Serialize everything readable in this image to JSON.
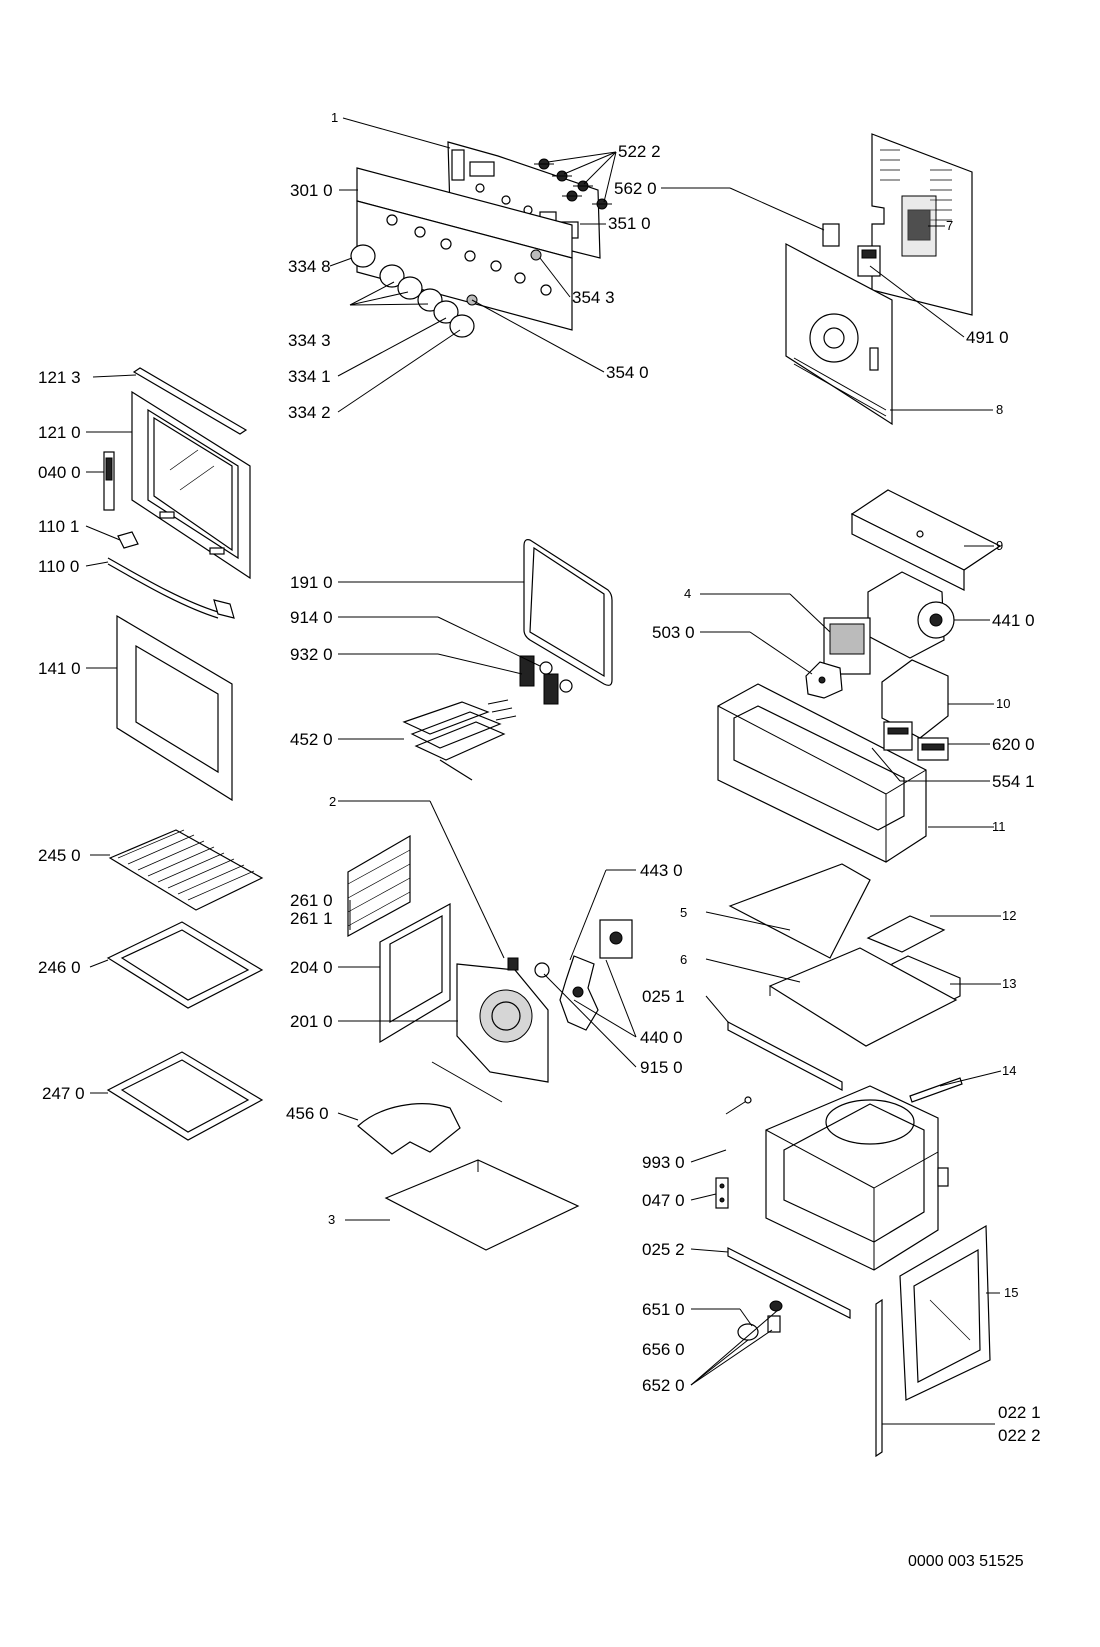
{
  "labels": {
    "l1": "1",
    "l5222": "522 2",
    "l3010": "301 0",
    "l5620": "562 0",
    "l3510": "351 0",
    "l7": "7",
    "l3348": "334 8",
    "l3543": "354 3",
    "l3343": "334 3",
    "l4910": "491 0",
    "l3341": "334 1",
    "l3540": "354 0",
    "l3342": "334 2",
    "l1213": "121 3",
    "l8": "8",
    "l1210": "121 0",
    "l0400": "040 0",
    "l1101": "110 1",
    "l9": "9",
    "l1100": "110 0",
    "l1910": "191 0",
    "l4": "4",
    "l4410": "441 0",
    "l9140": "914 0",
    "l5030": "503 0",
    "l1410": "141 0",
    "l9320": "932 0",
    "l10": "10",
    "l4520": "452 0",
    "l6200": "620 0",
    "l5541": "554 1",
    "l2": "2",
    "l11": "11",
    "l2450": "245 0",
    "l4430": "443 0",
    "l2610": "261 0",
    "l2611": "261 1",
    "l5": "5",
    "l12": "12",
    "l2460": "246 0",
    "l2040": "204 0",
    "l6": "6",
    "l13": "13",
    "l0251": "025 1",
    "l2010": "201 0",
    "l4400": "440 0",
    "l9150": "915 0",
    "l2470": "247 0",
    "l14": "14",
    "l4560": "456 0",
    "l9930": "993 0",
    "l0470": "047 0",
    "l3": "3",
    "l0252": "025 2",
    "l15": "15",
    "l6510": "651 0",
    "l6560": "656 0",
    "l6520": "652 0",
    "l0221": "022 1",
    "l0222": "022 2"
  },
  "reference": "0000 003 51525"
}
